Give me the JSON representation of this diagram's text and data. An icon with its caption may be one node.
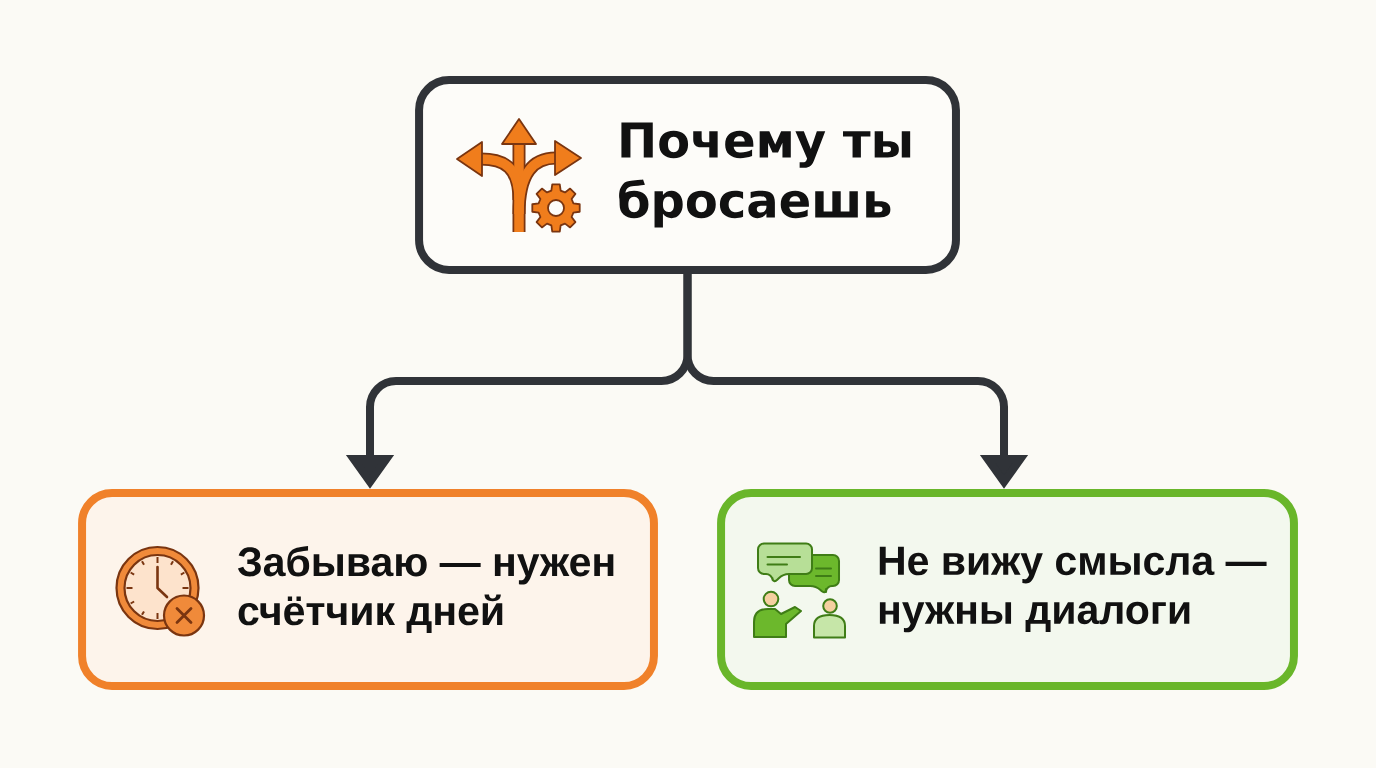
{
  "diagram": {
    "nodes": [
      {
        "text": [
          "Почему ты бросаешь"
        ]
      },
      {
        "text": [
          "Забываю — нужен счётчик дней"
        ]
      },
      {
        "text": [
          "Не вижу смысла — нужны диалоги"
        ]
      }
    ],
    "edges": [
      {
        "from": 0,
        "to": 1,
        "arrow": "to"
      },
      {
        "from": 0,
        "to": 2,
        "arrow": "to"
      }
    ]
  }
}
